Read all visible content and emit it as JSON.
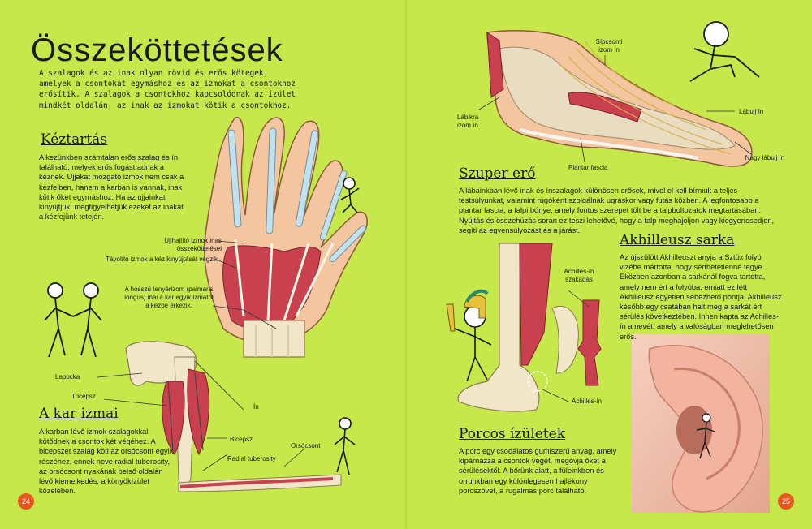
{
  "left_page": {
    "title": "Összeköttetések",
    "intro": "A szalagok és az inak olyan rövid és erős kötegek, amelyek a csontokat egymáshoz és az izmokat a csontokhoz erősítik. A szalagok a csontokhoz kapcsolódnak az ízület mindkét oldalán, az inak az izmokat kötik a csontokhoz.",
    "section1": {
      "title": "Kéztartás",
      "body": "A kezünkben számtalan erős szalag és ín található, melyek erős fogást adnak a kéznek. Ujjakat mozgató izmok nem csak a kézfejben, hanem a karban is vannak, inak kötik őket egymáshoz. Ha az ujjainkat kinyújtjuk, megfigyelhetjük ezeket az inakat a kézfejünk tetején."
    },
    "hand_labels": {
      "flexor": "Ujjhajlító izmok inas összeköttetései",
      "extensor": "Távolító izmok a kéz kinyújtását végzik",
      "palmaris": "A hosszú tenyérizom (palmaris longus) inai a kar egyik izmától a kézbe érkezik."
    },
    "arm_labels": {
      "lapocka": "Lapocka",
      "tricepsz": "Tricepsz",
      "in": "Ín",
      "bicepsz": "Bicepsz",
      "orsocsont": "Orsócsont",
      "radial": "Radial tuberosity"
    },
    "section2": {
      "title": "A kar izmai",
      "body": "A karban lévő izmok szalagokkal kötődnek a csontok két végéhez. A bicepszet szalag köti az orsócsont egyik részéhez, ennek neve radial tuberosity, az orsócsont nyakának belső oldalán lévő kiemelkedés, a könyökízület közelében."
    },
    "page_number": "24"
  },
  "right_page": {
    "foot_labels": {
      "sipcsonti": "Sípcsonti izom ín",
      "labujj_in": "Lábujj ín",
      "labikra": "Lábikra izom ín",
      "nagy_labujj": "Nagy lábujj ín",
      "plantar": "Plantar fascia"
    },
    "section3": {
      "title": "Szuper erő",
      "body": "A lábainkban lévő inak és ínszalagok különösen erősek, mivel el kell bírniuk a teljes testsúlyunkat, valamint rugóként szolgálnak ugráskor vagy futás közben. A legfontosabb a plantar fascia, a talpi bónye, amely fontos szerepet tölt be a talpboltozatok megtartásában. Nyújtás és összehúzás során ez teszi lehetővé, hogy a talp meghajoljon vagy kiegyenesedjen, segíti az egyensúlyozást és a járást."
    },
    "section4": {
      "title": "Akhilleusz sarka",
      "body": "Az újszülött Akhilleuszt anyja a Sztüx folyó vizébe mártotta, hogy sérthetetlenné tegye. Eközben azonban a sarkánál fogva tartotta, amely nem ért a folyóba, emiatt ez lett Akhilleusz egyetlen sebezhető pontja. Akhilleusz később egy csatában halt meg a sarkát ért sérülés következtében. Innen kapta az Achilles-ín a nevét, amely a valóságban meglehetősen erős."
    },
    "achilles_labels": {
      "szakadas": "Achilles-ín szakadás",
      "in": "Achilles-ín"
    },
    "section5": {
      "title": "Porcos ízületek",
      "body": "A porc egy csodálatos gumiszerű anyag, amely kipárnázza a csontok végét, megóvja őket a sérülésektől. A bőrünk alatt, a füleinkben és orrunkban egy különlegesen hajlékony porcszövet, a rugalmas porc található."
    },
    "page_number": "25"
  },
  "colors": {
    "background": "#c6e84a",
    "accent": "#e8571f",
    "muscle": "#c9404e",
    "bone": "#f1e6c8"
  }
}
